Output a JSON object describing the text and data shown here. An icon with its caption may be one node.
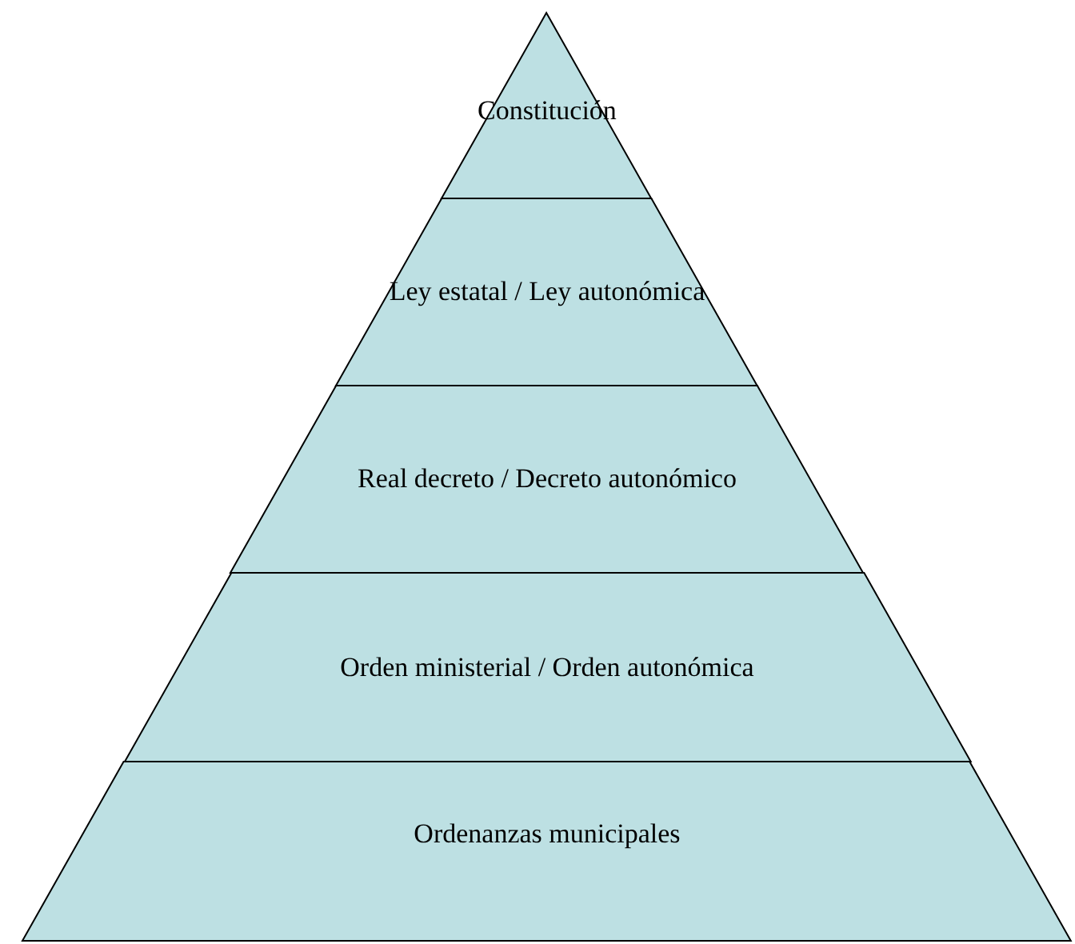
{
  "diagram": {
    "nodes": [
      {
        "text": [
          "Constitución"
        ]
      },
      {
        "text": [
          "Ley estatal / Ley autonómica"
        ]
      },
      {
        "text": [
          "Real decreto / Decreto autonómico"
        ]
      },
      {
        "text": [
          "Orden ministerial / Orden autonómica"
        ]
      },
      {
        "text": [
          "Ordenanzas municipales"
        ]
      }
    ]
  }
}
